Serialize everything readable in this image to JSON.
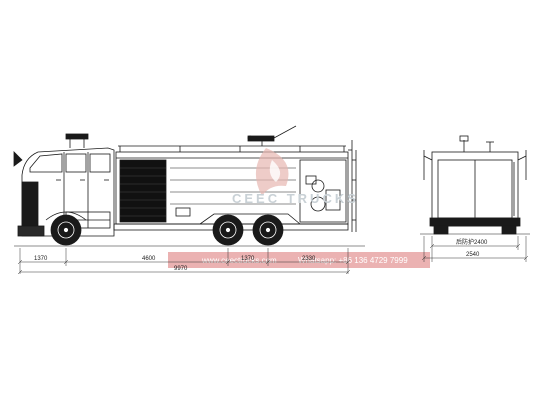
{
  "watermark": {
    "brand": "CEEC TRUCKS",
    "website": "www.ceectrucks.com",
    "whatsapp": "Whatsapp: +86 136 4729 7999",
    "band_color": "#e8a4a4",
    "logo_color": "#e7b7b0"
  },
  "dimensions": {
    "front_overhang": "1370",
    "wheelbase": "4600",
    "rear_axle_spacing": "1370",
    "rear_overhang": "2330",
    "overall_length": "9970",
    "rear_box_width_label": "后防护2400",
    "overall_width": "2540"
  },
  "colors": {
    "line": "#1a1a1a",
    "dim_line": "#333333"
  }
}
